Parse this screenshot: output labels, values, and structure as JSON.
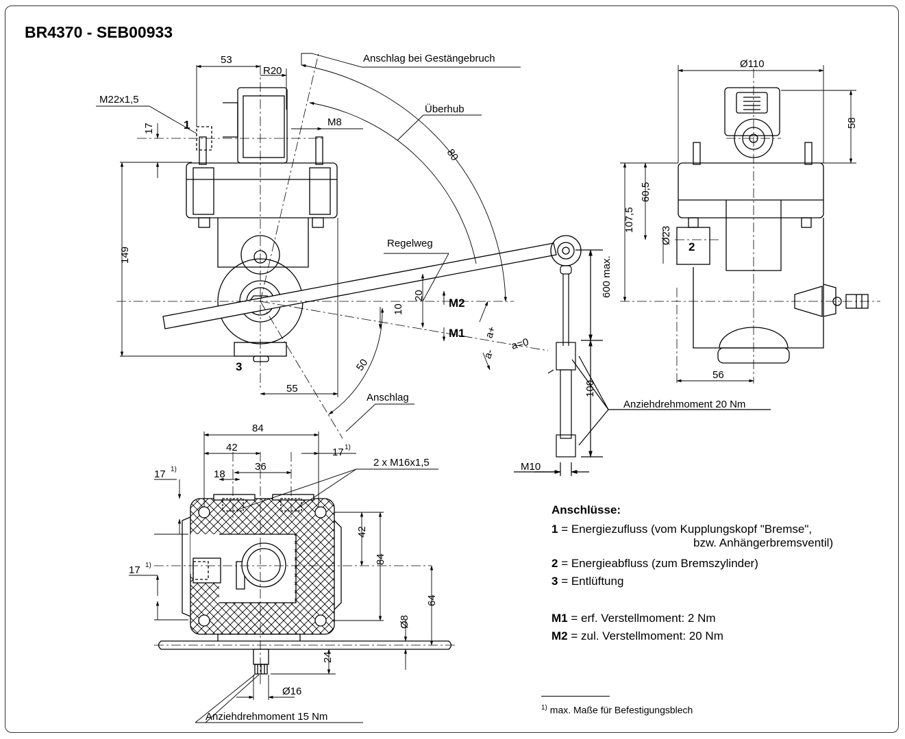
{
  "title": "BR4370 - SEB00933",
  "callouts": {
    "stop_linkage": "Anschlag bei Gestängebruch",
    "overtravel": "Überhub",
    "control_travel": "Regelweg",
    "stop": "Anschlag",
    "torque_20": "Anziehdrehmoment 20 Nm",
    "torque_15": "Anziehdrehmoment 15 Nm",
    "thread_2x": "2 x M16x1,5",
    "thread_m22": "M22x1,5",
    "thread_m8": "M8",
    "thread_m10": "M10",
    "angle_a0": "a=0",
    "angle_aplus": "a+",
    "angle_aminus": "a-"
  },
  "dimensions": {
    "d53": "53",
    "r20": "R20",
    "d17a": "17",
    "d149": "149",
    "d80": "80",
    "d20": "20",
    "d10": "10",
    "d50": "50",
    "d55": "55",
    "d600": "600 max.",
    "d100": "100",
    "d110": "Ø110",
    "d58": "58",
    "d1075": "107,5",
    "d605": "60,5",
    "d23": "Ø23",
    "d56": "56",
    "d84a": "84",
    "d42a": "42",
    "d36": "36",
    "d18": "18",
    "d17b": "17",
    "d17c": "17",
    "d17d": "17",
    "d42b": "42",
    "d84b": "84",
    "d64": "64",
    "d8": "Ø8",
    "d24": "24",
    "d16": "Ø16",
    "sup1": "1)"
  },
  "markers": {
    "m1": "M1",
    "m2": "M2",
    "p1": "1",
    "p2": "2",
    "p3": "3"
  },
  "legend": {
    "heading": "Anschlüsse:",
    "rows": [
      {
        "key": "1",
        "eq": " =  ",
        "text": "Energiezufluss (vom Kupplungskopf \"Bremse\",",
        "cont": "bzw. Anhängerbremsventil)"
      },
      {
        "key": "2",
        "eq": " =  ",
        "text": "Energieabfluss  (zum Bremszylinder)"
      },
      {
        "key": "3",
        "eq": " =  ",
        "text": "Entlüftung"
      },
      {
        "key": "M1",
        "eq": "  =  ",
        "text": "erf. Verstellmoment:    2 Nm"
      },
      {
        "key": "M2",
        "eq": "  =  ",
        "text": "zul. Verstellmoment:  20 Nm"
      }
    ]
  },
  "footnote": {
    "mark": "1)",
    "text": "max. Maße für Befestigungsblech"
  }
}
